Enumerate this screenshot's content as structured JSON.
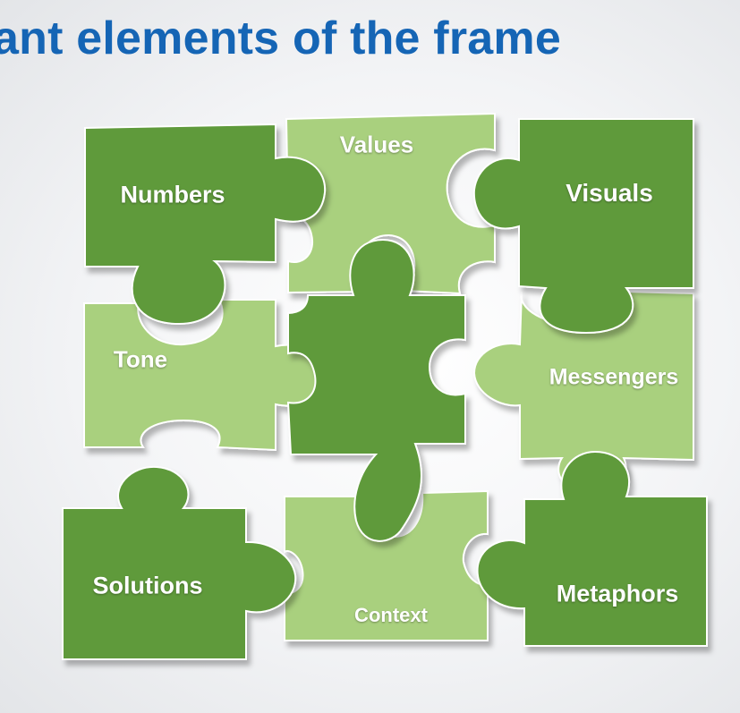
{
  "title": "ant elements of the frame",
  "colors": {
    "title": "#1565b5",
    "dark_green": "#5e9a3b",
    "light_green": "#a9d07e",
    "label": "#ffffff"
  },
  "pieces": {
    "numbers": {
      "label": "Numbers",
      "shade": "dark"
    },
    "values": {
      "label": "Values",
      "shade": "light"
    },
    "visuals": {
      "label": "Visuals",
      "shade": "dark"
    },
    "tone": {
      "label": "Tone",
      "shade": "light"
    },
    "center": {
      "label": "",
      "shade": "dark"
    },
    "messengers": {
      "label": "Messengers",
      "shade": "light"
    },
    "solutions": {
      "label": "Solutions",
      "shade": "dark"
    },
    "context": {
      "label": "Context",
      "shade": "light"
    },
    "metaphors": {
      "label": "Metaphors",
      "shade": "dark"
    }
  }
}
